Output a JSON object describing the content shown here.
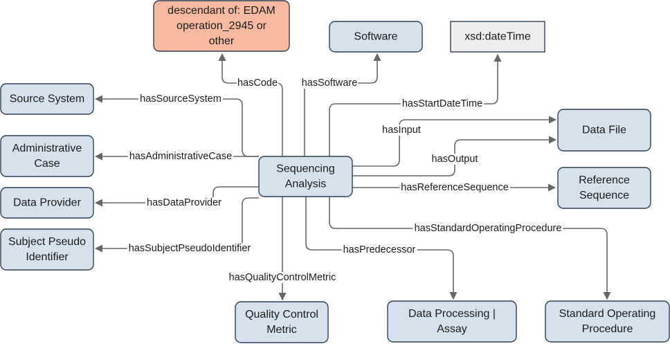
{
  "colors": {
    "node_default_fill": "#d5e1ec",
    "node_default_stroke": "#2b3f55",
    "node_code_fill": "#f8b9a1",
    "node_code_stroke": "#c9553a",
    "node_literal_fill": "#eeeeee",
    "node_literal_stroke": "#555555",
    "edge": "#666666"
  },
  "nodes": {
    "sequencing_analysis": {
      "lines": [
        "Sequencing",
        "Analysis"
      ],
      "style": "default"
    },
    "edam_code": {
      "lines": [
        "descendant of: EDAM",
        "operation_2945 or",
        "other"
      ],
      "style": "code"
    },
    "software": {
      "lines": [
        "Software"
      ],
      "style": "default"
    },
    "datetime": {
      "lines": [
        "xsd:dateTime"
      ],
      "style": "literal"
    },
    "source_system": {
      "lines": [
        "Source System"
      ],
      "style": "default"
    },
    "administrative_case": {
      "lines": [
        "Administrative",
        "Case"
      ],
      "style": "default"
    },
    "data_provider": {
      "lines": [
        "Data Provider"
      ],
      "style": "default"
    },
    "subject_pseudo_identifier": {
      "lines": [
        "Subject Pseudo",
        "Identifier"
      ],
      "style": "default"
    },
    "data_file": {
      "lines": [
        "Data File"
      ],
      "style": "default"
    },
    "reference_sequence": {
      "lines": [
        "Reference",
        "Sequence"
      ],
      "style": "default"
    },
    "quality_control_metric": {
      "lines": [
        "Quality Control",
        "Metric"
      ],
      "style": "default"
    },
    "data_processing_assay": {
      "lines": [
        "Data Processing |",
        "Assay"
      ],
      "style": "default"
    },
    "standard_operating_procedure": {
      "lines": [
        "Standard Operating",
        "Procedure"
      ],
      "style": "default"
    }
  },
  "edges": [
    {
      "id": "hasCode",
      "label": "hasCode",
      "from": "sequencing_analysis",
      "to": "edam_code"
    },
    {
      "id": "hasSoftware",
      "label": "hasSoftware",
      "from": "sequencing_analysis",
      "to": "software"
    },
    {
      "id": "hasStartDateTime",
      "label": "hasStartDateTime",
      "from": "sequencing_analysis",
      "to": "datetime"
    },
    {
      "id": "hasSourceSystem",
      "label": "hasSourceSystem",
      "from": "sequencing_analysis",
      "to": "source_system"
    },
    {
      "id": "hasAdministrativeCase",
      "label": "hasAdministrativeCase",
      "from": "sequencing_analysis",
      "to": "administrative_case"
    },
    {
      "id": "hasDataProvider",
      "label": "hasDataProvider",
      "from": "sequencing_analysis",
      "to": "data_provider"
    },
    {
      "id": "hasSubjectPseudoIdentifier",
      "label": "hasSubjectPseudoIdentifier",
      "from": "sequencing_analysis",
      "to": "subject_pseudo_identifier"
    },
    {
      "id": "hasInput",
      "label": "hasInput",
      "from": "sequencing_analysis",
      "to": "data_file"
    },
    {
      "id": "hasOutput",
      "label": "hasOutput",
      "from": "sequencing_analysis",
      "to": "data_file"
    },
    {
      "id": "hasReferenceSequence",
      "label": "hasReferenceSequence",
      "from": "sequencing_analysis",
      "to": "reference_sequence"
    },
    {
      "id": "hasStandardOperatingProcedure",
      "label": "hasStandardOperatingProcedure",
      "from": "sequencing_analysis",
      "to": "standard_operating_procedure"
    },
    {
      "id": "hasPredecessor",
      "label": "hasPredecessor",
      "from": "sequencing_analysis",
      "to": "data_processing_assay"
    },
    {
      "id": "hasQualityControlMetric",
      "label": "hasQualityControlMetric",
      "from": "sequencing_analysis",
      "to": "quality_control_metric"
    }
  ]
}
